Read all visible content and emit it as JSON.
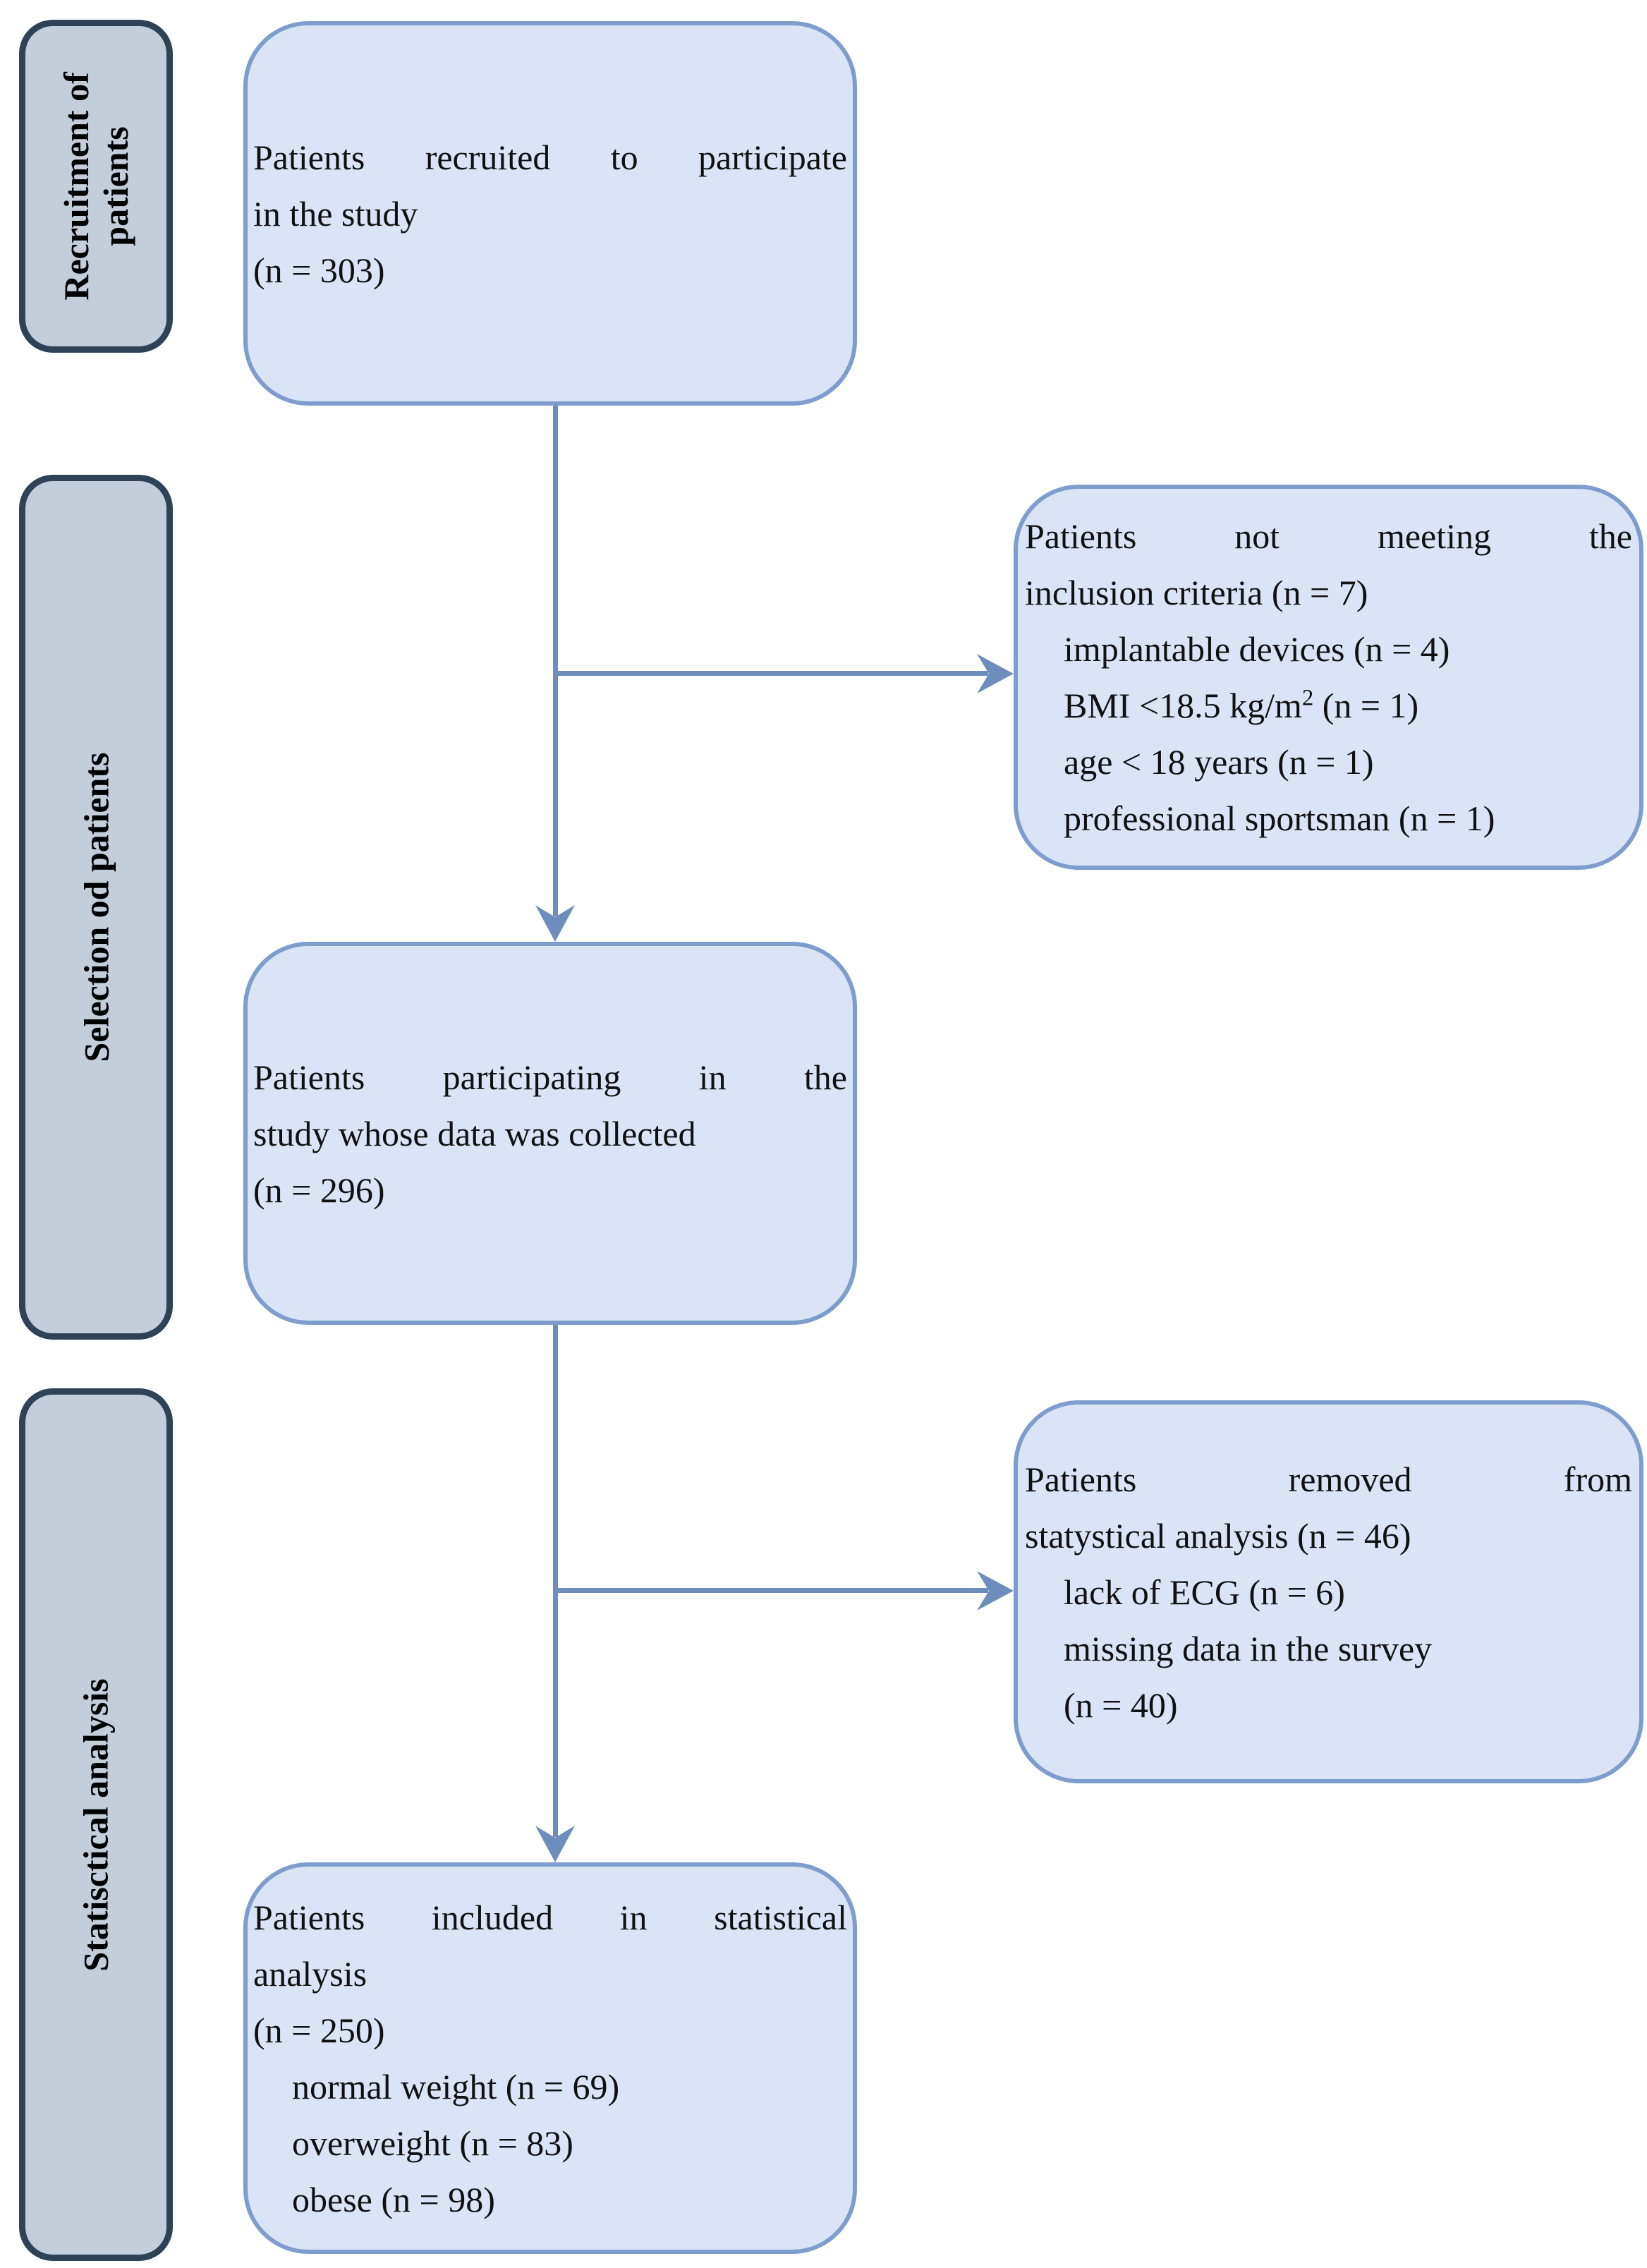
{
  "stage_labels": [
    {
      "id": "recruitment",
      "lines": [
        "Recruitment of",
        "patients"
      ]
    },
    {
      "id": "selection",
      "lines": [
        "Selection od patients"
      ]
    },
    {
      "id": "statistical",
      "lines": [
        "Statisctical analysis"
      ]
    }
  ],
  "flow": {
    "box_recruited": {
      "l1": "Patients recruited to participate",
      "l2": "in the study",
      "l3": "(n = 303)"
    },
    "side_excluded": {
      "l1": "Patients not meeting the",
      "l2": "inclusion criteria (n = 7)",
      "item1": "implantable devices (n = 4)",
      "bmi_pre": "BMI <18.5 kg/m",
      "bmi_sup": "2",
      "bmi_post": " (n = 1)",
      "item3": "age < 18 years (n = 1)",
      "item4": "professional sportsman (n = 1)"
    },
    "box_participating": {
      "l1": "Patients participating in the",
      "l2": "study whose data was collected",
      "l3": "(n = 296)"
    },
    "side_removed": {
      "l1": "Patients removed from",
      "l2": "statystical analysis (n = 46)",
      "item1": "lack of ECG (n = 6)",
      "item2": "missing data in the survey",
      "item3": "(n = 40)"
    },
    "box_included": {
      "l1": "Patients included in statistical",
      "l2": "analysis",
      "l3": "(n = 250)",
      "item1": "normal weight (n = 69)",
      "item2": "overweight (n = 83)",
      "item3": "obese (n = 98)"
    }
  },
  "colors": {
    "box-fill": "#dbe4f6",
    "box-border": "#7e9ccd",
    "label-fill": "#c4cedb",
    "label-border": "#2f4256",
    "arrow": "#6d8ebd",
    "text": "#111111"
  }
}
